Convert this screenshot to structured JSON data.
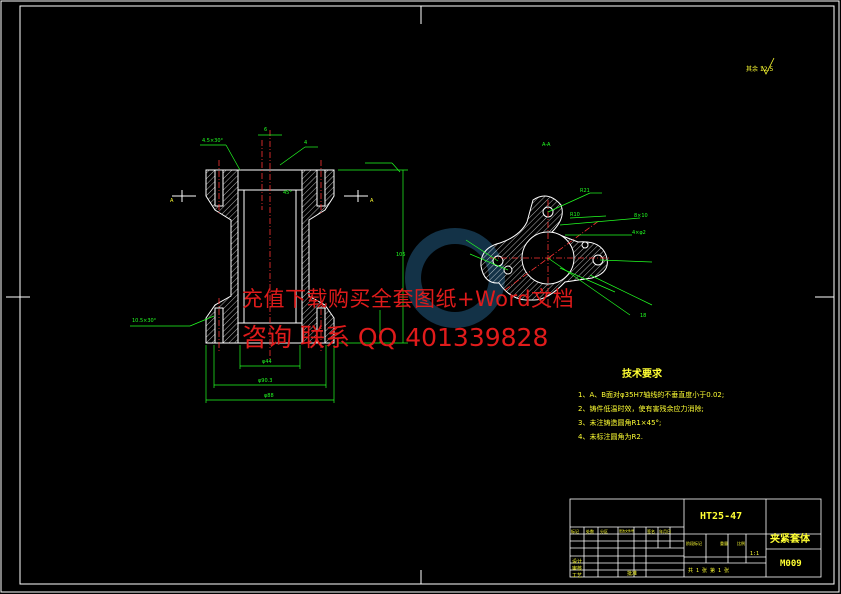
{
  "watermark": {
    "line1": "充值下载购买全套图纸+Word文档",
    "line2": "咨询 联系 QQ 401339828"
  },
  "roughness_note": "其余 12.5",
  "section_label": "A-A",
  "section_mark": "A",
  "technical_requirements": {
    "title": "技术要求",
    "items": [
      "1、A、B面对φ35H7轴线的不垂直度小于0.02;",
      "2、铸件低温时效，使有害残余应力消除;",
      "3、未注铸造圆角R1×45°;",
      "4、未标注圆角为R2."
    ]
  },
  "title_block": {
    "material": "HT25-47",
    "part_name": "夹紧套体",
    "drawing_no": "M009",
    "scale": "1:1",
    "header_cells": [
      "标记",
      "处数",
      "分区",
      "更改文件号",
      "签名",
      "年月日"
    ],
    "row_labels": [
      "设计",
      "审核",
      "工艺",
      "批准"
    ],
    "stage_labels": [
      "阶段标记",
      "重量",
      "比例"
    ],
    "sheet_text": "共 1 张   第 1 张"
  },
  "dimensions": {
    "chamfer_top": "4.5×30°",
    "chamfer_bottom": "10.5×30°",
    "hole_top": "6",
    "bore_dia": "φ44",
    "flange_dia": "φ90.3",
    "overall_dia": "φ88",
    "height": "105",
    "offset": "4",
    "angle_45": "45°",
    "radius_21": "R21",
    "radius_10": "R10",
    "dim_8x10": "8×10",
    "dim_4x2": "4×φ2",
    "dim_18": "18"
  },
  "colors": {
    "outline": "#ffffff",
    "dimension": "#22ff22",
    "hatch": "#ffffff",
    "centerline": "#ff3333",
    "text": "#ffff33",
    "border": "#ffffff"
  }
}
